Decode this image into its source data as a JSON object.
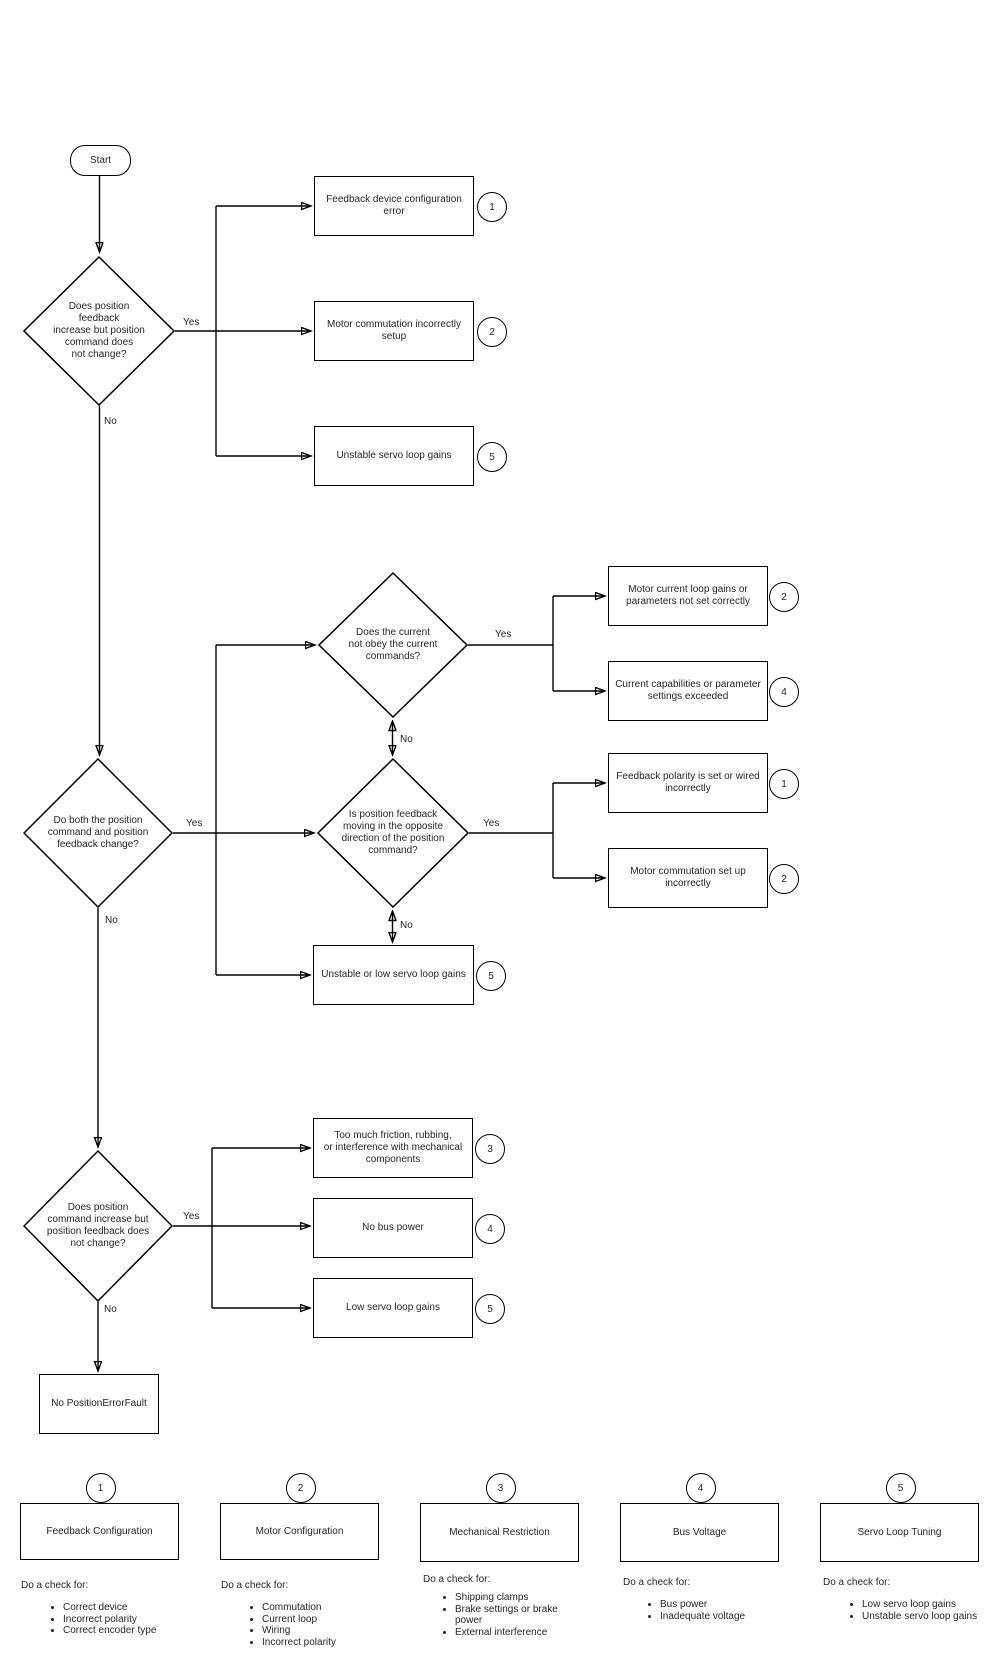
{
  "flowchart": {
    "start_label": "Start",
    "yes_label": "Yes",
    "no_label": "No",
    "decisions": {
      "feedback_increase": "Does position\nfeedback\nincrease but position\ncommand does\nnot change?",
      "both_change": "Do both the position\ncommand and position\nfeedback change?",
      "current_obey": "Does the current\nnot obey the current\ncommands?",
      "feedback_opposite": "Is position feedback\nmoving in the opposite\ndirection of the position\ncommand?",
      "command_increase": "Does position\ncommand increase but\nposition feedback does\nnot change?"
    },
    "outcomes": {
      "feedback_device_config_error": {
        "text": "Feedback device configuration\nerror",
        "ref": "1"
      },
      "motor_commutation_incorrect": {
        "text": "Motor commutation incorrectly\nsetup",
        "ref": "2"
      },
      "unstable_gains": {
        "text": "Unstable servo loop gains",
        "ref": "5"
      },
      "motor_current_loop_gains": {
        "text": "Motor current loop gains or\nparameters not set correctly",
        "ref": "2"
      },
      "current_capabilities": {
        "text": "Current capabilities or parameter\nsettings exceeded",
        "ref": "4"
      },
      "feedback_polarity": {
        "text": "Feedback polarity is set or wired\nincorrectly",
        "ref": "1"
      },
      "motor_commutation_setup": {
        "text": "Motor commutation set up\nincorrectly",
        "ref": "2"
      },
      "unstable_low_gains": {
        "text": "Unstable or low servo loop gains",
        "ref": "5"
      },
      "friction": {
        "text": "Too much friction, rubbing,\nor interference with mechanical\ncomponents",
        "ref": "3"
      },
      "no_bus_power": {
        "text": "No bus power",
        "ref": "4"
      },
      "low_gains": {
        "text": "Low servo loop gains",
        "ref": "5"
      }
    },
    "terminal": "No PositionErrorFault"
  },
  "legend": {
    "heading": "Do a check for:",
    "cards": [
      {
        "ref": "1",
        "title": "Feedback Configuration",
        "items": [
          "Correct device",
          "Incorrect polarity",
          "Correct encoder type"
        ]
      },
      {
        "ref": "2",
        "title": "Motor Configuration",
        "items": [
          "Commutation",
          "Current loop",
          "Wiring",
          "Incorrect polarity"
        ]
      },
      {
        "ref": "3",
        "title": "Mechanical Restriction",
        "items": [
          "Shipping clamps",
          "Brake settings or brake power",
          "External interference"
        ]
      },
      {
        "ref": "4",
        "title": "Bus Voltage",
        "items": [
          "Bus power",
          "Inadequate voltage"
        ]
      },
      {
        "ref": "5",
        "title": "Servo Loop Tuning",
        "items": [
          "Low servo loop gains",
          "Unstable servo loop gains"
        ]
      }
    ]
  }
}
